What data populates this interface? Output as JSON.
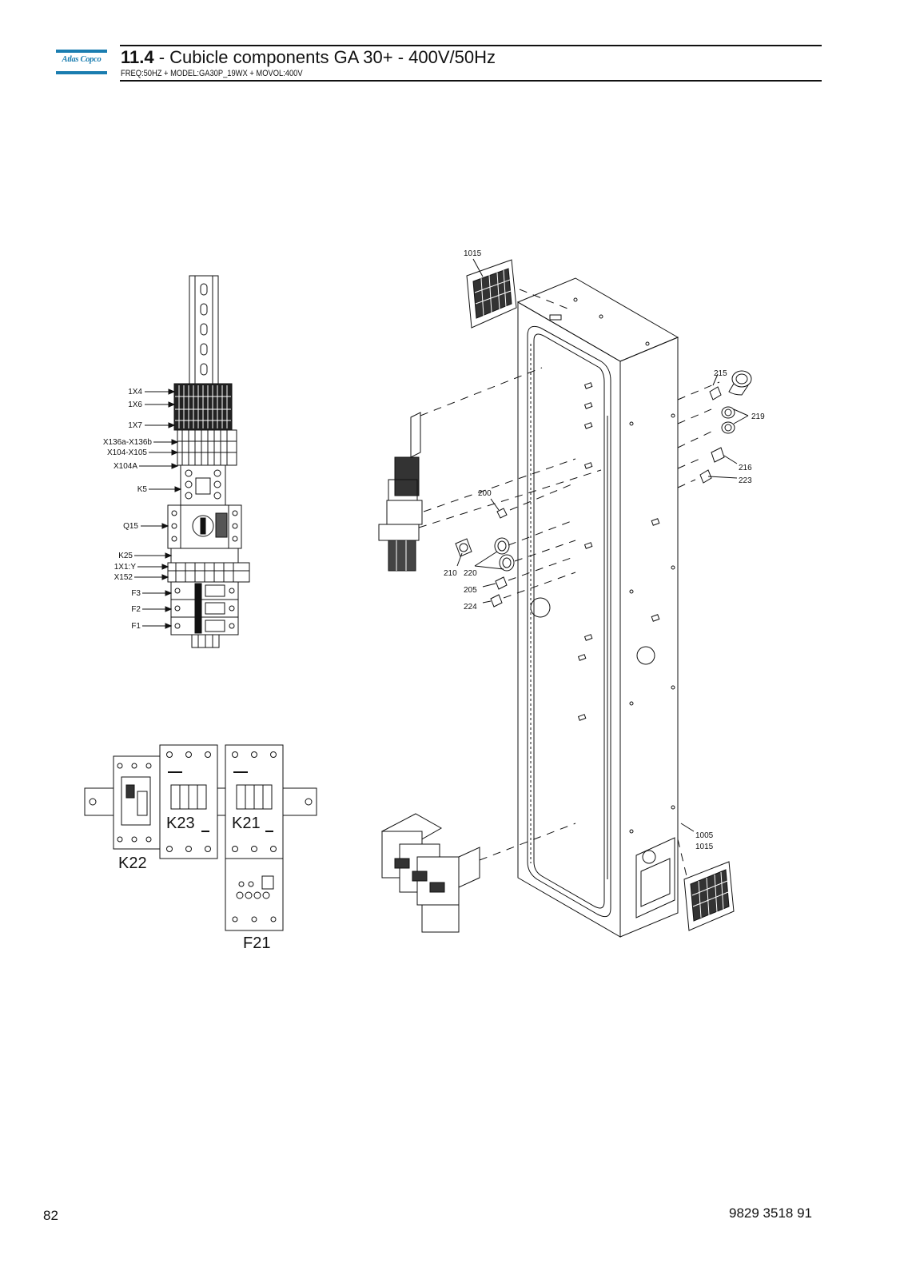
{
  "header": {
    "logo_text": "Atlas Copco",
    "section_number": "11.4",
    "section_title": " - Cubicle components GA 30+ - 400V/50Hz",
    "subtitle": "FREQ:50HZ + MODEL:GA30P_19WX + MOVOL:400V"
  },
  "rail_labels": [
    "1X4",
    "1X6",
    "1X7",
    "X136a-X136b",
    "X104-X105",
    "X104A",
    "K5",
    "Q15",
    "K25",
    "1X1:Y",
    "X152",
    "F3",
    "F2",
    "F1"
  ],
  "lower_labels": {
    "k22": "K22",
    "k23": "K23",
    "k21": "K21",
    "f21": "F21"
  },
  "callouts": {
    "c1015_top": "1015",
    "c215": "215",
    "c219": "219",
    "c216": "216",
    "c223": "223",
    "c200": "200",
    "c210": "210",
    "c220": "220",
    "c205": "205",
    "c224": "224",
    "c1005": "1005",
    "c1015_bottom": "1015"
  },
  "footer": {
    "page_number": "82",
    "document_number": "9829 3518 91"
  }
}
